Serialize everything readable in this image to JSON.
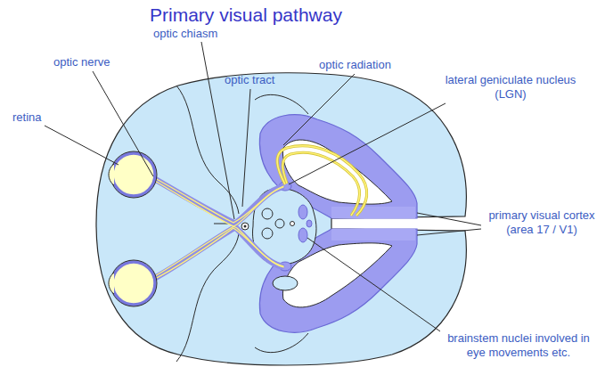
{
  "diagram": {
    "title": "Primary visual pathway",
    "labels": [
      "optic nerve",
      "optic chiasm",
      "optic tract",
      "optic radiation",
      "lateral geniculate nucleus (LGN)",
      "retina",
      "primary visual cortex (area 17 / V1)",
      "brainstem nuclei involved in eye movements etc."
    ]
  }
}
